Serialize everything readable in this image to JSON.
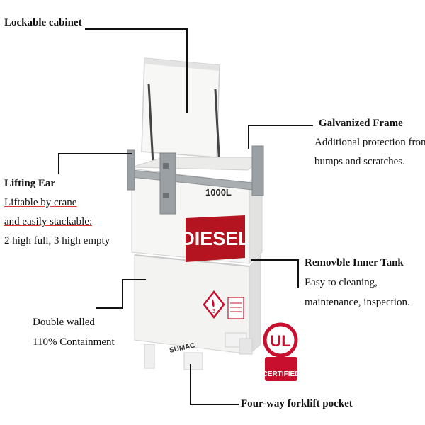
{
  "callouts": {
    "cabinet": {
      "title": "Lockable cabinet"
    },
    "frame": {
      "title": "Galvanized Frame",
      "line1": "Additional protection from",
      "line2": "bumps and scratches."
    },
    "lifting": {
      "title": "Lifting Ear",
      "line1": "Liftable by crane",
      "line2": "and easily stackable:",
      "line3": "2 high full, 3 high empty"
    },
    "tank": {
      "title": "Removble Inner Tank",
      "line1": "Easy to cleaning,",
      "line2": "maintenance, inspection."
    },
    "walled": {
      "line1": "Double walled",
      "line2": "110% Containment"
    },
    "forklift": {
      "title": "Four-way forklift pocket"
    }
  },
  "product": {
    "capacity": "1000L",
    "fuel": "DIESEL",
    "brand": "SUMAC",
    "hazard_number": "3"
  },
  "badge": {
    "mark": "UL",
    "text": "CERTIFIED"
  },
  "colors": {
    "diesel_red": "#b3141f",
    "ul_red": "#c8102e",
    "tank_white": "#f4f4f2",
    "frame_gray": "#9aa0a3"
  }
}
